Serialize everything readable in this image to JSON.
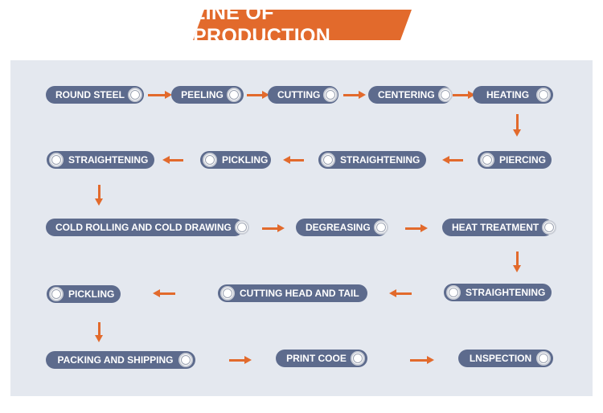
{
  "title": "LINE OF PRODUCTION",
  "steps": {
    "round_steel": "ROUND STEEL",
    "peeling": "PEELING",
    "cutting": "CUTTING",
    "centering": "CENTERING",
    "heating": "HEATING",
    "piercing": "PIERCING",
    "straightening_1": "STRAIGHTENING",
    "pickling_1": "PICKLING",
    "straightening_2": "STRAIGHTENING",
    "cold_rolling": "COLD ROLLING AND COLD DRAWING",
    "degreasing": "DEGREASING",
    "heat_treatment": "HEAT TREATMENT",
    "straightening_3": "STRAIGHTENING",
    "cutting_head_tail": "CUTTING HEAD AND TAIL",
    "pickling_2": "PICKLING",
    "packing_shipping": "PACKING AND SHIPPING",
    "print_code": "PRINT COOE",
    "inspection": "LNSPECTION"
  },
  "colors": {
    "banner": "#e26a2c",
    "arrow": "#e26a2c",
    "pill": "#5d6b8d",
    "panel": "#e4e8ef"
  }
}
